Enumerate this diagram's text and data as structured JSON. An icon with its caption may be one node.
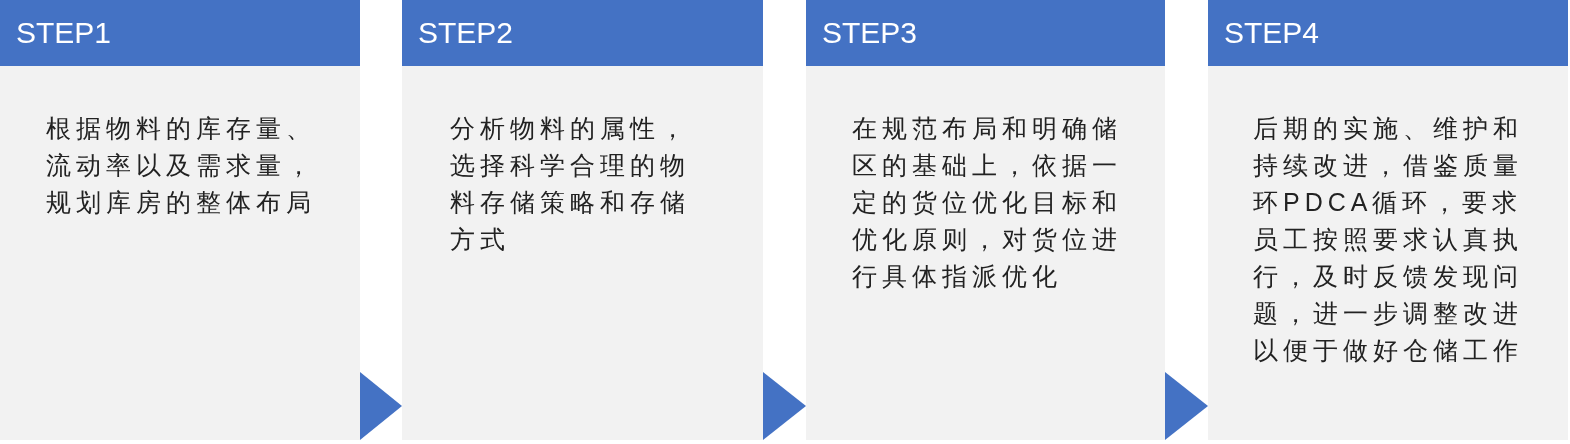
{
  "diagram": {
    "nodes": [
      {
        "text": [
          "STEP1",
          "根据物料的库存量、流动率以及需求量，规划库房的整体布局"
        ]
      },
      {
        "text": [
          "STEP2",
          "分析物料的属性，选择科学合理的物料存储策略和存储方式"
        ]
      },
      {
        "text": [
          "STEP3",
          "在规范布局和明确储区的基础上，依据一定的货位优化目标和优化原则，对货位进行具体指派优化"
        ]
      },
      {
        "text": [
          "STEP4",
          "后期的实施、维护和持续改进，借鉴质量环PDCA循环，要求员工按照要求认真执行，及时反馈发现问题，进一步调整改进以便于做好仓储工作"
        ]
      }
    ],
    "edges": [
      {
        "from": 0,
        "to": 1,
        "arrow": "to"
      },
      {
        "from": 1,
        "to": 2,
        "arrow": "to"
      },
      {
        "from": 2,
        "to": 3,
        "arrow": "to"
      }
    ]
  }
}
